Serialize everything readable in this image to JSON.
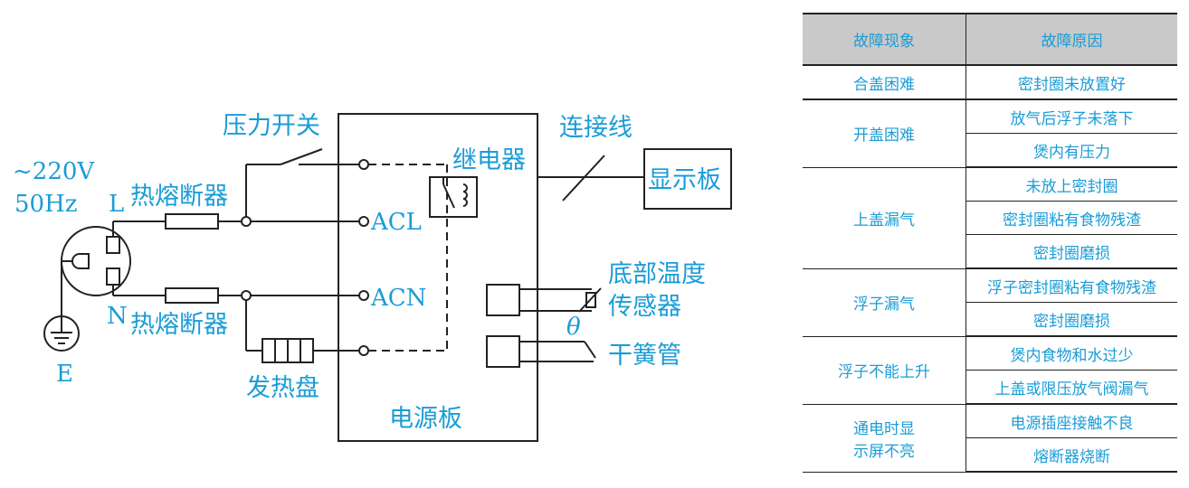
{
  "circuit": {
    "supply_voltage": "~220V",
    "supply_freq": "50Hz",
    "live": "L",
    "neutral": "N",
    "earth": "E",
    "pressure_switch": "压力开关",
    "fuse_top": "热熔断器",
    "fuse_bottom": "热熔断器",
    "heating_plate": "发热盘",
    "relay": "继电器",
    "connection_wire": "连接线",
    "display_board": "显示板",
    "acl": "ACL",
    "acn": "ACN",
    "bottom_temp_sensor_line1": "底部温度",
    "bottom_temp_sensor_line2": "传感器",
    "theta": "θ",
    "reed_switch": "干簧管",
    "power_board": "电源板"
  },
  "table": {
    "headers": [
      "故障现象",
      "故障原因"
    ],
    "groups": [
      {
        "phenomenon": "合盖困难",
        "causes": [
          "密封圈未放置好"
        ]
      },
      {
        "phenomenon": "开盖困难",
        "causes": [
          "放气后浮子未落下",
          "煲内有压力"
        ]
      },
      {
        "phenomenon": "上盖漏气",
        "causes": [
          "未放上密封圈",
          "密封圈粘有食物残渣",
          "密封圈磨损"
        ]
      },
      {
        "phenomenon": "浮子漏气",
        "causes": [
          "浮子密封圈粘有食物残渣",
          "密封圈磨损"
        ]
      },
      {
        "phenomenon": "浮子不能上升",
        "causes": [
          "煲内食物和水过少",
          "上盖或限压放气阀漏气"
        ]
      },
      {
        "phenomenon": "通电时显示屏不亮",
        "phenomenon_lines": [
          "通电时显",
          "示屏不亮"
        ],
        "causes": [
          "电源插座接触不良",
          "熔断器烧断"
        ]
      }
    ]
  },
  "colors": {
    "label": "#1a9cd6",
    "line": "#222222",
    "header_bg": "#c9c9c9"
  }
}
